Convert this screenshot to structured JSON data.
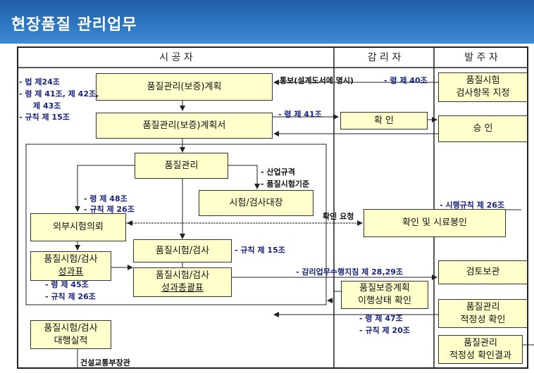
{
  "header": {
    "title": "현장품질 관리업무"
  },
  "columns": {
    "contractor": "시 공 자",
    "supervisor": "감 리 자",
    "client": "발 주 자"
  },
  "boxes": {
    "qm_plan": "품질관리(보증)계획",
    "qm_plan_doc": "품질관리(보증)계획서",
    "qm": "품질관리",
    "test_register": "시험/검사대장",
    "external_test": "외부시험의뢰",
    "qt_results_line1": "품질시험/검사",
    "qt_results_line2": "성과표",
    "qt": "품질시험/검사",
    "qt_summary_line1": "품질시험/검사",
    "qt_summary_line2": "성과총괄표",
    "proxy_line1": "품질시험/검사",
    "proxy_line2": "대행실적",
    "confirm": "확  인",
    "confirm_seal": "확인 및 시료봉인",
    "qa_check_line1": "품질보증계획",
    "qa_check_line2": "이행상태 확인",
    "client_items_line1": "품질시험",
    "client_items_line2": "검사항목 지정",
    "approve": "승 인",
    "review_keep": "검토보관",
    "adequacy_line1": "품질관리",
    "adequacy_line2": "적정성 확인",
    "adequacy_result_line1": "품질관리",
    "adequacy_result_line2": "적정성 확인결과"
  },
  "notes": {
    "left1": "- 법 제24조",
    "left2": "- 령 제 41조, 제 42조,",
    "left3": "제 43조",
    "left4": "- 규칙 제 15조",
    "notify": "통보(설계도서에 명시)",
    "decree40": "- 령 제 40조",
    "decree41": "- 령 제 41조",
    "industrial": "- 산업규격",
    "quality_std": "- 품질시험기준",
    "decree48": "- 령 제 48조",
    "rule26a": "- 규칙 제 26조",
    "confirm_request": "확인 요청",
    "enforce26": "- 시행규칙 제 26조",
    "rule15": "- 규칙 제 15조",
    "guideline": "- 감리업무수행지침 제 28,29조",
    "decree45": "- 령 제 45조",
    "rule26b": "- 규칙 제 26조",
    "decree47": "- 령 제 47조",
    "rule20": "- 규칙 제 20조",
    "ministry": "건설교통부장관"
  },
  "colors": {
    "box_fill": "#ffffcc",
    "header_blue": "#2e78c2",
    "note_navy": "#1a237e"
  }
}
